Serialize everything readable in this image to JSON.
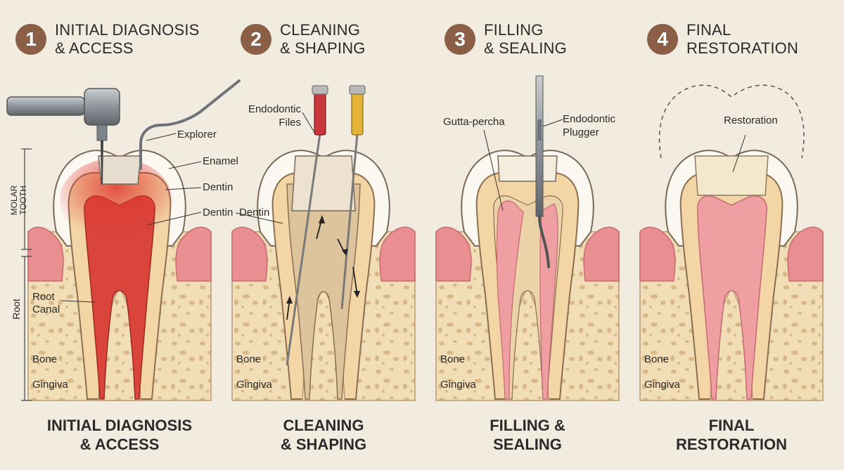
{
  "steps": [
    {
      "number": "1",
      "title_line1": "INITIAL DIAGNOSIS",
      "title_line2": "& ACCESS",
      "caption_line1": "INITIAL DIAGNOSIS",
      "caption_line2": "& ACCESS"
    },
    {
      "number": "2",
      "title_line1": "CLEANING",
      "title_line2": "& SHAPING",
      "caption_line1": "CLEANING",
      "caption_line2": "& SHAPING"
    },
    {
      "number": "3",
      "title_line1": "FILLING",
      "title_line2": "& SEALING",
      "caption_line1": "FILLING &",
      "caption_line2": "SEALING"
    },
    {
      "number": "4",
      "title_line1": "FINAL",
      "title_line2": "RESTORATION",
      "caption_line1": "FINAL",
      "caption_line2": "RESTORATION"
    }
  ],
  "labels": {
    "explorer": "Explorer",
    "enamel": "Enamel",
    "dentin_1": "Dentin",
    "dentin_2": "Dentin",
    "molar_tooth_line1": "MOLAR",
    "molar_tooth_line2": "TOOTH",
    "root_axis": "Root",
    "root_canal_line1": "Root",
    "root_canal_line2": "Canal",
    "bone": "Bone",
    "gingiva": "Gingiva",
    "endodontic_files_line1": "Endodontic",
    "endodontic_files_line2": "Files",
    "gutta_percha": "Gutta-percha",
    "endodontic_plugger_line1": "Endodontic",
    "endodontic_plugger_line2": "Plugger",
    "restoration": "Restoration"
  },
  "colors": {
    "background": "#f2ebdf",
    "badge": "#8a5f45",
    "gum": "#e98f92",
    "bone": "#f1ddb6",
    "dentin": "#f3d5a6",
    "enamel": "#fbf8f1",
    "pulp_inflamed": "#d9443b",
    "pulp_healthy": "#ef9fa2",
    "file_red": "#c8373b",
    "file_yellow": "#e3b338"
  }
}
